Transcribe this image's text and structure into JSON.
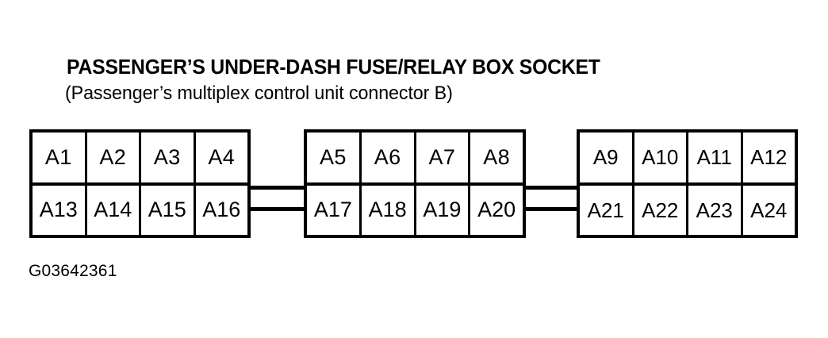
{
  "figure": {
    "title": "PASSENGER’S UNDER-DASH FUSE/RELAY BOX SOCKET",
    "subtitle": "(Passenger’s multiplex control unit connector B)",
    "caption": "G03642361",
    "ink_color": "#000000",
    "background_color": "#ffffff"
  },
  "connector": {
    "name": "Passenger’s multiplex control unit connector B",
    "total_terminals": 24,
    "rows": 2,
    "groups": [
      {
        "id": "group-left",
        "top_row": [
          "A1",
          "A2",
          "A3",
          "A4"
        ],
        "bottom_row": [
          "A13",
          "A14",
          "A15",
          "A16"
        ]
      },
      {
        "id": "group-mid",
        "top_row": [
          "A5",
          "A6",
          "A7",
          "A8"
        ],
        "bottom_row": [
          "A17",
          "A18",
          "A19",
          "A20"
        ]
      },
      {
        "id": "group-right",
        "top_row": [
          "A9",
          "A10",
          "A11",
          "A12"
        ],
        "bottom_row": [
          "A21",
          "A22",
          "A23",
          "A24"
        ]
      }
    ],
    "bridges": [
      {
        "id": "bridge-left",
        "between": [
          "group-left",
          "group-mid"
        ],
        "lines": 2
      },
      {
        "id": "bridge-right",
        "between": [
          "group-mid",
          "group-right"
        ],
        "lines": 2
      }
    ]
  }
}
